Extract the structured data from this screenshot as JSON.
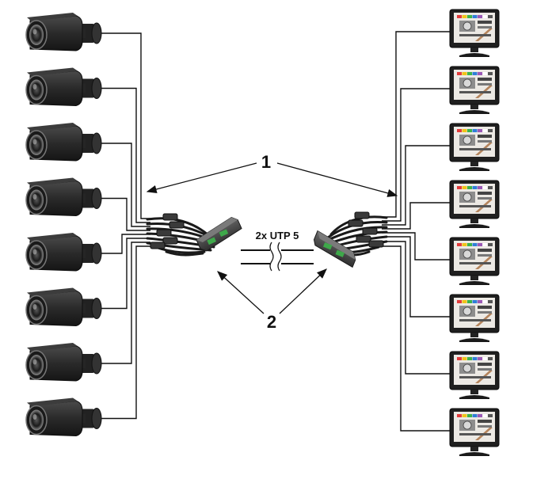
{
  "labels": {
    "callout_1": "1",
    "callout_2": "2",
    "cable": "2x UTP 5"
  },
  "devices": {
    "cameras": [
      "bullet-camera",
      "bullet-camera",
      "bullet-camera",
      "bullet-camera",
      "bullet-camera",
      "bullet-camera",
      "bullet-camera",
      "bullet-camera"
    ],
    "monitors": [
      "monitor",
      "monitor",
      "monitor",
      "monitor",
      "monitor",
      "monitor",
      "monitor",
      "monitor"
    ],
    "transceivers": [
      "utp-transceiver-left",
      "utp-transceiver-right"
    ]
  },
  "colors": {
    "line": "#111111",
    "device_body": "#2b2b2b",
    "screen_bg": "#ece9e4",
    "transceiver_accent": "#3ea84a"
  }
}
